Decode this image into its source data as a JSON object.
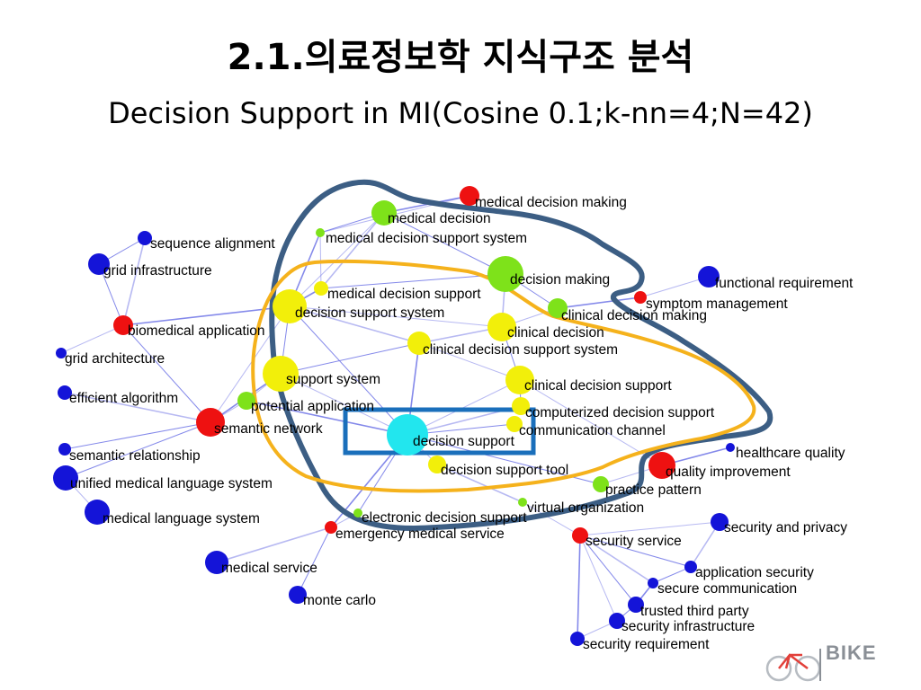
{
  "title": {
    "line1": "2.1.의료정보학 지식구조 분석",
    "line2": "Decision Support in MI(Cosine 0.1;k-nn=4;N=42)"
  },
  "colors": {
    "red": "#ee1111",
    "green": "#7ee21a",
    "yellow": "#f2ef0a",
    "blue": "#1414d8",
    "cyan": "#22e6ee",
    "edge": "#6f74e6",
    "outer_contour": "#3c5e84",
    "inner_contour": "#f5b21c",
    "highlight_box": "#1a6fbb"
  },
  "nodes": [
    {
      "id": "mdm",
      "label": "medical decision making",
      "color": "red"
    },
    {
      "id": "md",
      "label": "medical decision",
      "color": "green"
    },
    {
      "id": "mdss",
      "label": "medical decision support system",
      "color": "green"
    },
    {
      "id": "seqal",
      "label": "sequence alignment",
      "color": "blue"
    },
    {
      "id": "gridinf",
      "label": "grid infrastructure",
      "color": "blue"
    },
    {
      "id": "dm",
      "label": "decision making",
      "color": "green"
    },
    {
      "id": "funcreq",
      "label": "functional requirement",
      "color": "blue"
    },
    {
      "id": "mds",
      "label": "medical decision support",
      "color": "yellow"
    },
    {
      "id": "sympt",
      "label": "symptom management",
      "color": "red"
    },
    {
      "id": "dss",
      "label": "decision support system",
      "color": "yellow"
    },
    {
      "id": "cdm",
      "label": "clinical decision making",
      "color": "green"
    },
    {
      "id": "bioapp",
      "label": "biomedical application",
      "color": "red"
    },
    {
      "id": "cd",
      "label": "clinical decision",
      "color": "yellow"
    },
    {
      "id": "cdss",
      "label": "clinical decision support system",
      "color": "yellow"
    },
    {
      "id": "gridarch",
      "label": "grid architecture",
      "color": "blue"
    },
    {
      "id": "ss",
      "label": "support system",
      "color": "yellow"
    },
    {
      "id": "cds",
      "label": "clinical decision support",
      "color": "yellow"
    },
    {
      "id": "effalg",
      "label": "efficient algorithm",
      "color": "blue"
    },
    {
      "id": "potapp",
      "label": "potential application",
      "color": "green"
    },
    {
      "id": "cdsupp",
      "label": "computerized decision support",
      "color": "yellow"
    },
    {
      "id": "semnet",
      "label": "semantic network",
      "color": "red"
    },
    {
      "id": "commch",
      "label": "communication channel",
      "color": "yellow"
    },
    {
      "id": "ds",
      "label": "decision support",
      "color": "cyan"
    },
    {
      "id": "semrel",
      "label": "semantic relationship",
      "color": "blue"
    },
    {
      "id": "hcq",
      "label": "healthcare quality",
      "color": "blue"
    },
    {
      "id": "dst",
      "label": "decision support tool",
      "color": "yellow"
    },
    {
      "id": "qi",
      "label": "quality improvement",
      "color": "red"
    },
    {
      "id": "umls",
      "label": "unified medical language system",
      "color": "blue"
    },
    {
      "id": "pp",
      "label": "practice pattern",
      "color": "green"
    },
    {
      "id": "vo",
      "label": "virtual organization",
      "color": "green"
    },
    {
      "id": "mls",
      "label": "medical language system",
      "color": "blue"
    },
    {
      "id": "eds",
      "label": "electronic decision support",
      "color": "green"
    },
    {
      "id": "ems",
      "label": "emergency medical service",
      "color": "red"
    },
    {
      "id": "secpriv",
      "label": "security and privacy",
      "color": "blue"
    },
    {
      "id": "secserv",
      "label": "security service",
      "color": "red"
    },
    {
      "id": "medserv",
      "label": "medical service",
      "color": "blue"
    },
    {
      "id": "appsec",
      "label": "application security",
      "color": "blue"
    },
    {
      "id": "seccomm",
      "label": "secure communication",
      "color": "blue"
    },
    {
      "id": "ttp",
      "label": "trusted third party",
      "color": "blue"
    },
    {
      "id": "secinf",
      "label": "security infrastructure",
      "color": "blue"
    },
    {
      "id": "montecarlo",
      "label": "monte carlo",
      "color": "blue"
    },
    {
      "id": "secreq",
      "label": "security requirement",
      "color": "blue"
    }
  ],
  "edges": [
    [
      "mdm",
      "md"
    ],
    [
      "mdm",
      "mdss"
    ],
    [
      "md",
      "mdss"
    ],
    [
      "md",
      "mds"
    ],
    [
      "md",
      "dm"
    ],
    [
      "md",
      "dss"
    ],
    [
      "mdss",
      "dss"
    ],
    [
      "mdss",
      "mds"
    ],
    [
      "dm",
      "cdm"
    ],
    [
      "dm",
      "cd"
    ],
    [
      "dm",
      "mds"
    ],
    [
      "cdm",
      "cd"
    ],
    [
      "cdm",
      "sympt"
    ],
    [
      "sympt",
      "funcreq"
    ],
    [
      "dss",
      "ss"
    ],
    [
      "dss",
      "cdss"
    ],
    [
      "dss",
      "ds"
    ],
    [
      "dss",
      "cd"
    ],
    [
      "dss",
      "mds"
    ],
    [
      "ss",
      "ds"
    ],
    [
      "ss",
      "cdss"
    ],
    [
      "cd",
      "cdss"
    ],
    [
      "cd",
      "cds"
    ],
    [
      "cdss",
      "cds"
    ],
    [
      "cdss",
      "ds"
    ],
    [
      "cds",
      "ds"
    ],
    [
      "cds",
      "cdsupp"
    ],
    [
      "cdsupp",
      "ds"
    ],
    [
      "commch",
      "ds"
    ],
    [
      "dst",
      "ds"
    ],
    [
      "potapp",
      "ds"
    ],
    [
      "potapp",
      "ss"
    ],
    [
      "eds",
      "ds"
    ],
    [
      "vo",
      "dst"
    ],
    [
      "pp",
      "ds"
    ],
    [
      "pp",
      "qi"
    ],
    [
      "qi",
      "hcq"
    ],
    [
      "qi",
      "cds"
    ],
    [
      "semnet",
      "bioapp"
    ],
    [
      "semnet",
      "effalg"
    ],
    [
      "semnet",
      "semrel"
    ],
    [
      "semnet",
      "potapp"
    ],
    [
      "semnet",
      "ss"
    ],
    [
      "semnet",
      "dss"
    ],
    [
      "bioapp",
      "gridinf"
    ],
    [
      "bioapp",
      "seqal"
    ],
    [
      "gridinf",
      "seqal"
    ],
    [
      "bioapp",
      "gridarch"
    ],
    [
      "bioapp",
      "dss"
    ],
    [
      "umls",
      "mls"
    ],
    [
      "umls",
      "semnet"
    ],
    [
      "ems",
      "medserv"
    ],
    [
      "ems",
      "montecarlo"
    ],
    [
      "ems",
      "eds"
    ],
    [
      "ems",
      "ds"
    ],
    [
      "secserv",
      "secpriv"
    ],
    [
      "secserv",
      "appsec"
    ],
    [
      "secserv",
      "seccomm"
    ],
    [
      "secserv",
      "ttp"
    ],
    [
      "secserv",
      "secinf"
    ],
    [
      "secserv",
      "secreq"
    ],
    [
      "secserv",
      "vo"
    ],
    [
      "appsec",
      "seccomm"
    ],
    [
      "appsec",
      "secpriv"
    ],
    [
      "ttp",
      "secinf"
    ],
    [
      "secinf",
      "secreq"
    ],
    [
      "ttp",
      "seccomm"
    ]
  ],
  "logo": {
    "text": "BIKE"
  }
}
